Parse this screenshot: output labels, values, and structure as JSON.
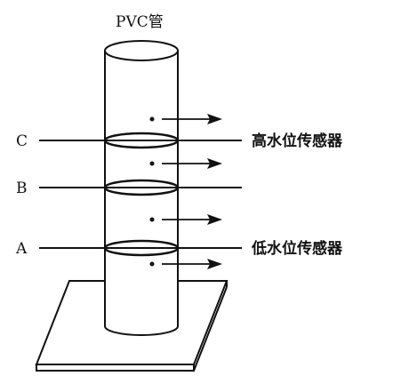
{
  "diagram": {
    "pipe_label": "PVC管",
    "levels": [
      {
        "letter": "C",
        "sensor_label": "高水位传感器"
      },
      {
        "letter": "B",
        "sensor_label": ""
      },
      {
        "letter": "A",
        "sensor_label": "低水位传感器"
      }
    ]
  }
}
